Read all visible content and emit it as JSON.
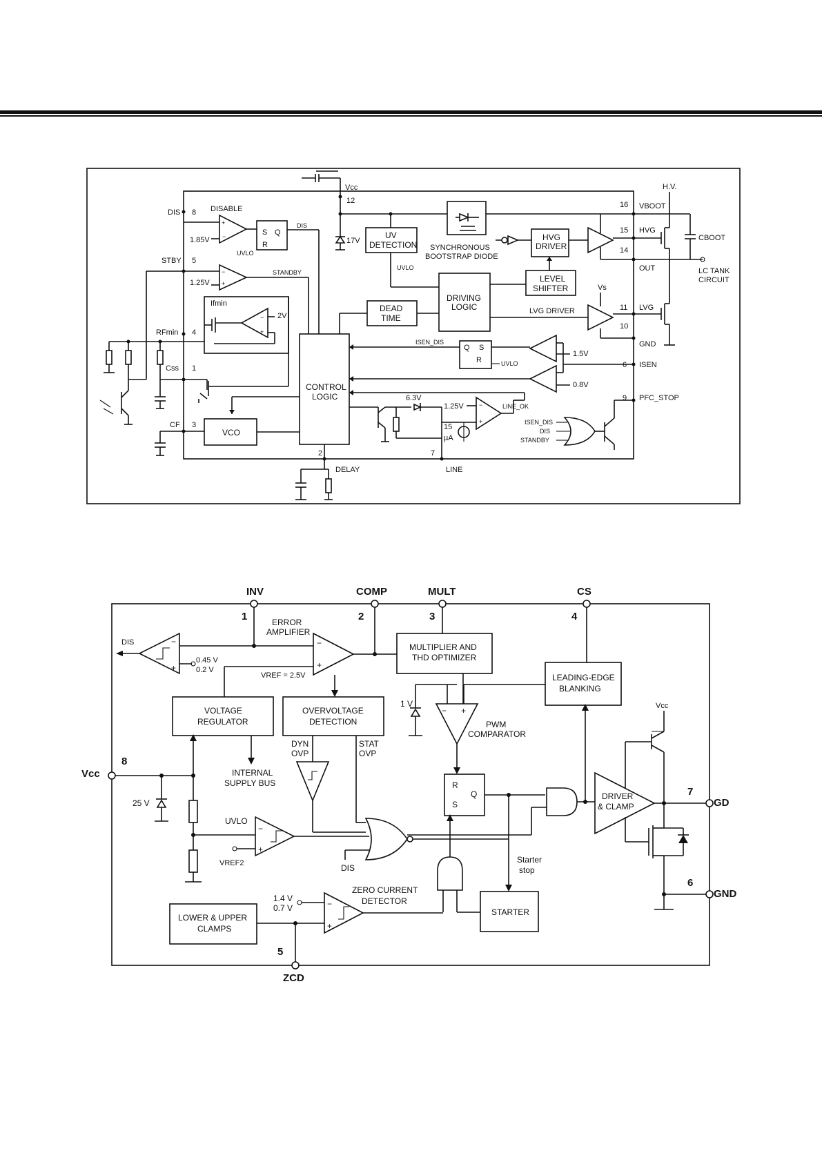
{
  "top": {
    "vcc": "Vcc",
    "pin12": "12",
    "hv": "H.V.",
    "dis": "DIS",
    "pin8": "8",
    "disable": "DISABLE",
    "v185": "1.85V",
    "sr_s": "S",
    "sr_q": "Q",
    "sr_r": "R",
    "uvlo": "UVLO",
    "dis_sig": "DIS",
    "v17": "17V",
    "uv_det": [
      "UV",
      "DETECTION"
    ],
    "sync_diode": [
      "SYNCHRONOUS",
      "BOOTSTRAP DIODE"
    ],
    "hvg_driver": [
      "HVG",
      "DRIVER"
    ],
    "pin16": "16",
    "vboot": "VBOOT",
    "pin15": "15",
    "hvg": "HVG",
    "pin14": "14",
    "out": "OUT",
    "cboot": "CBOOT",
    "stby": "STBY",
    "pin5": "5",
    "v125a": "1.25V",
    "standby": "STANDBY",
    "uvlo2": "UVLO",
    "driving_logic": [
      "DRIVING",
      "LOGIC"
    ],
    "level_shifter": [
      "LEVEL",
      "SHIFTER"
    ],
    "lc_tank": [
      "LC TANK",
      "CIRCUIT"
    ],
    "vs": "Vs",
    "ifmin": "Ifmin",
    "v2": "2V",
    "dead_time": [
      "DEAD",
      "TIME"
    ],
    "lvg_driver": "LVG DRIVER",
    "pin11": "11",
    "lvg": "LVG",
    "pin10": "10",
    "rfmin": "RFmin",
    "pin4": "4",
    "isen_dis": "ISEN_DIS",
    "q2": "Q",
    "s2": "S",
    "r2": "R",
    "uvlo3": "UVLO",
    "v15": "1.5V",
    "gnd": "GND",
    "pin6": "6",
    "isen": "ISEN",
    "css": "Css",
    "pin1": "1",
    "control_logic": [
      "CONTROL",
      "LOGIC"
    ],
    "v08": "0.8V",
    "pin9": "9",
    "pfc_stop": "PFC_STOP",
    "v63": "6.3V",
    "v125b": "1.25V",
    "line_ok": "LINE_OK",
    "ua15": [
      "15",
      "µA"
    ],
    "or_in": [
      "ISEN_DIS",
      "DIS",
      "STANDBY"
    ],
    "cf": "CF",
    "pin3": "3",
    "vco": "VCO",
    "pin2": "2",
    "pin7": "7",
    "delay": "DELAY",
    "line": "LINE"
  },
  "bottom": {
    "inv": "INV",
    "comp": "COMP",
    "mult": "MULT",
    "cs": "CS",
    "pin1": "1",
    "pin2": "2",
    "pin3": "3",
    "pin4": "4",
    "error_amp": [
      "ERROR",
      "AMPLIFIER"
    ],
    "dis": "DIS",
    "v045": "0.45 V",
    "v02": "0.2 V",
    "vref": "VREF = 2.5V",
    "mult_box": [
      "MULTIPLIER AND",
      "THD OPTIMIZER"
    ],
    "leb": [
      "LEADING-EDGE",
      "BLANKING"
    ],
    "volt_reg": [
      "VOLTAGE",
      "REGULATOR"
    ],
    "ovp_det": [
      "OVERVOLTAGE",
      "DETECTION"
    ],
    "v1": "1 V",
    "pwm": [
      "PWM",
      "COMPARATOR"
    ],
    "vcc_r": "Vcc",
    "dyn_ovp": [
      "DYN",
      "OVP"
    ],
    "stat_ovp": [
      "STAT",
      "OVP"
    ],
    "internal_bus": [
      "INTERNAL",
      "SUPPLY BUS"
    ],
    "vcc": "Vcc",
    "pin8": "8",
    "v25": "25 V",
    "rs_r": "R",
    "rs_q": "Q",
    "rs_s": "S",
    "driver_clamp": [
      "DRIVER",
      "& CLAMP"
    ],
    "pin7": "7",
    "gd": "GD",
    "uvlo": "UVLO",
    "vref2": "VREF2",
    "dis2": "DIS",
    "starter_stop": [
      "Starter",
      "stop"
    ],
    "pin6": "6",
    "gnd": "GND",
    "v14": "1.4 V",
    "v07": "0.7 V",
    "zcd_det": [
      "ZERO CURRENT",
      "DETECTOR"
    ],
    "clamps": [
      "LOWER & UPPER",
      "CLAMPS"
    ],
    "starter": "STARTER",
    "pin5": "5",
    "zcd": "ZCD"
  }
}
